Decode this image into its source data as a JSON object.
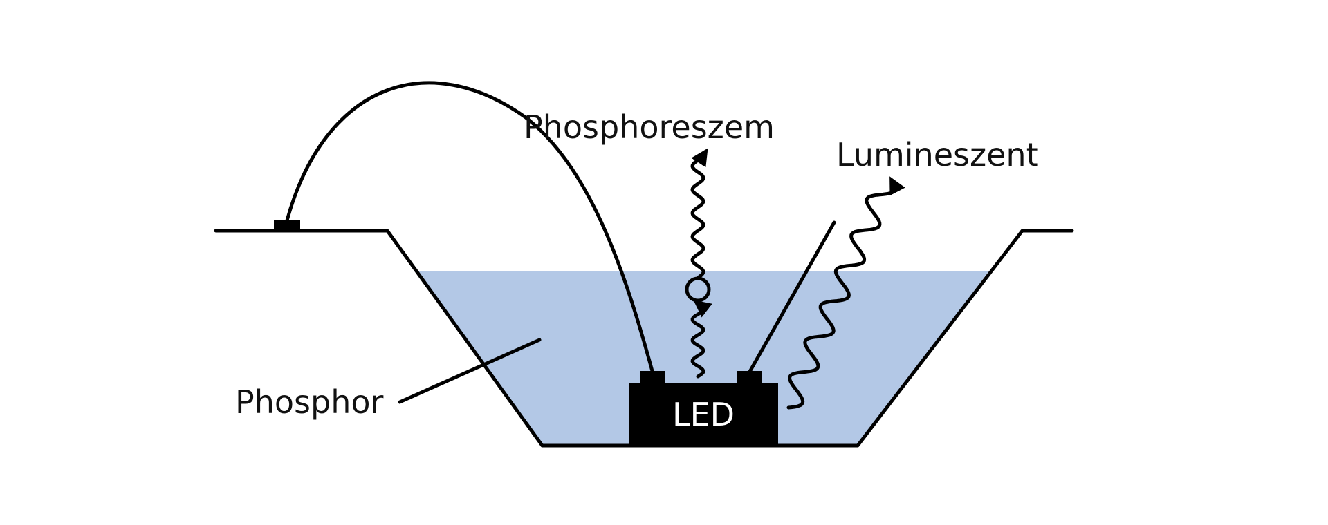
{
  "labels": {
    "phosphorescent": "Phosphoreszem",
    "luminescent": "Lumineszent",
    "phosphor": "Phosphor",
    "led": "LED"
  },
  "colors": {
    "phosphor_fill": "#b3c8e6",
    "line": "#000000",
    "led_body": "#000000",
    "led_text": "#ffffff",
    "background": "#ffffff"
  },
  "icons": {
    "arrow": "arrow-head-icon",
    "wave": "wavy-photon-icon",
    "circle": "phosphor-particle-icon"
  }
}
